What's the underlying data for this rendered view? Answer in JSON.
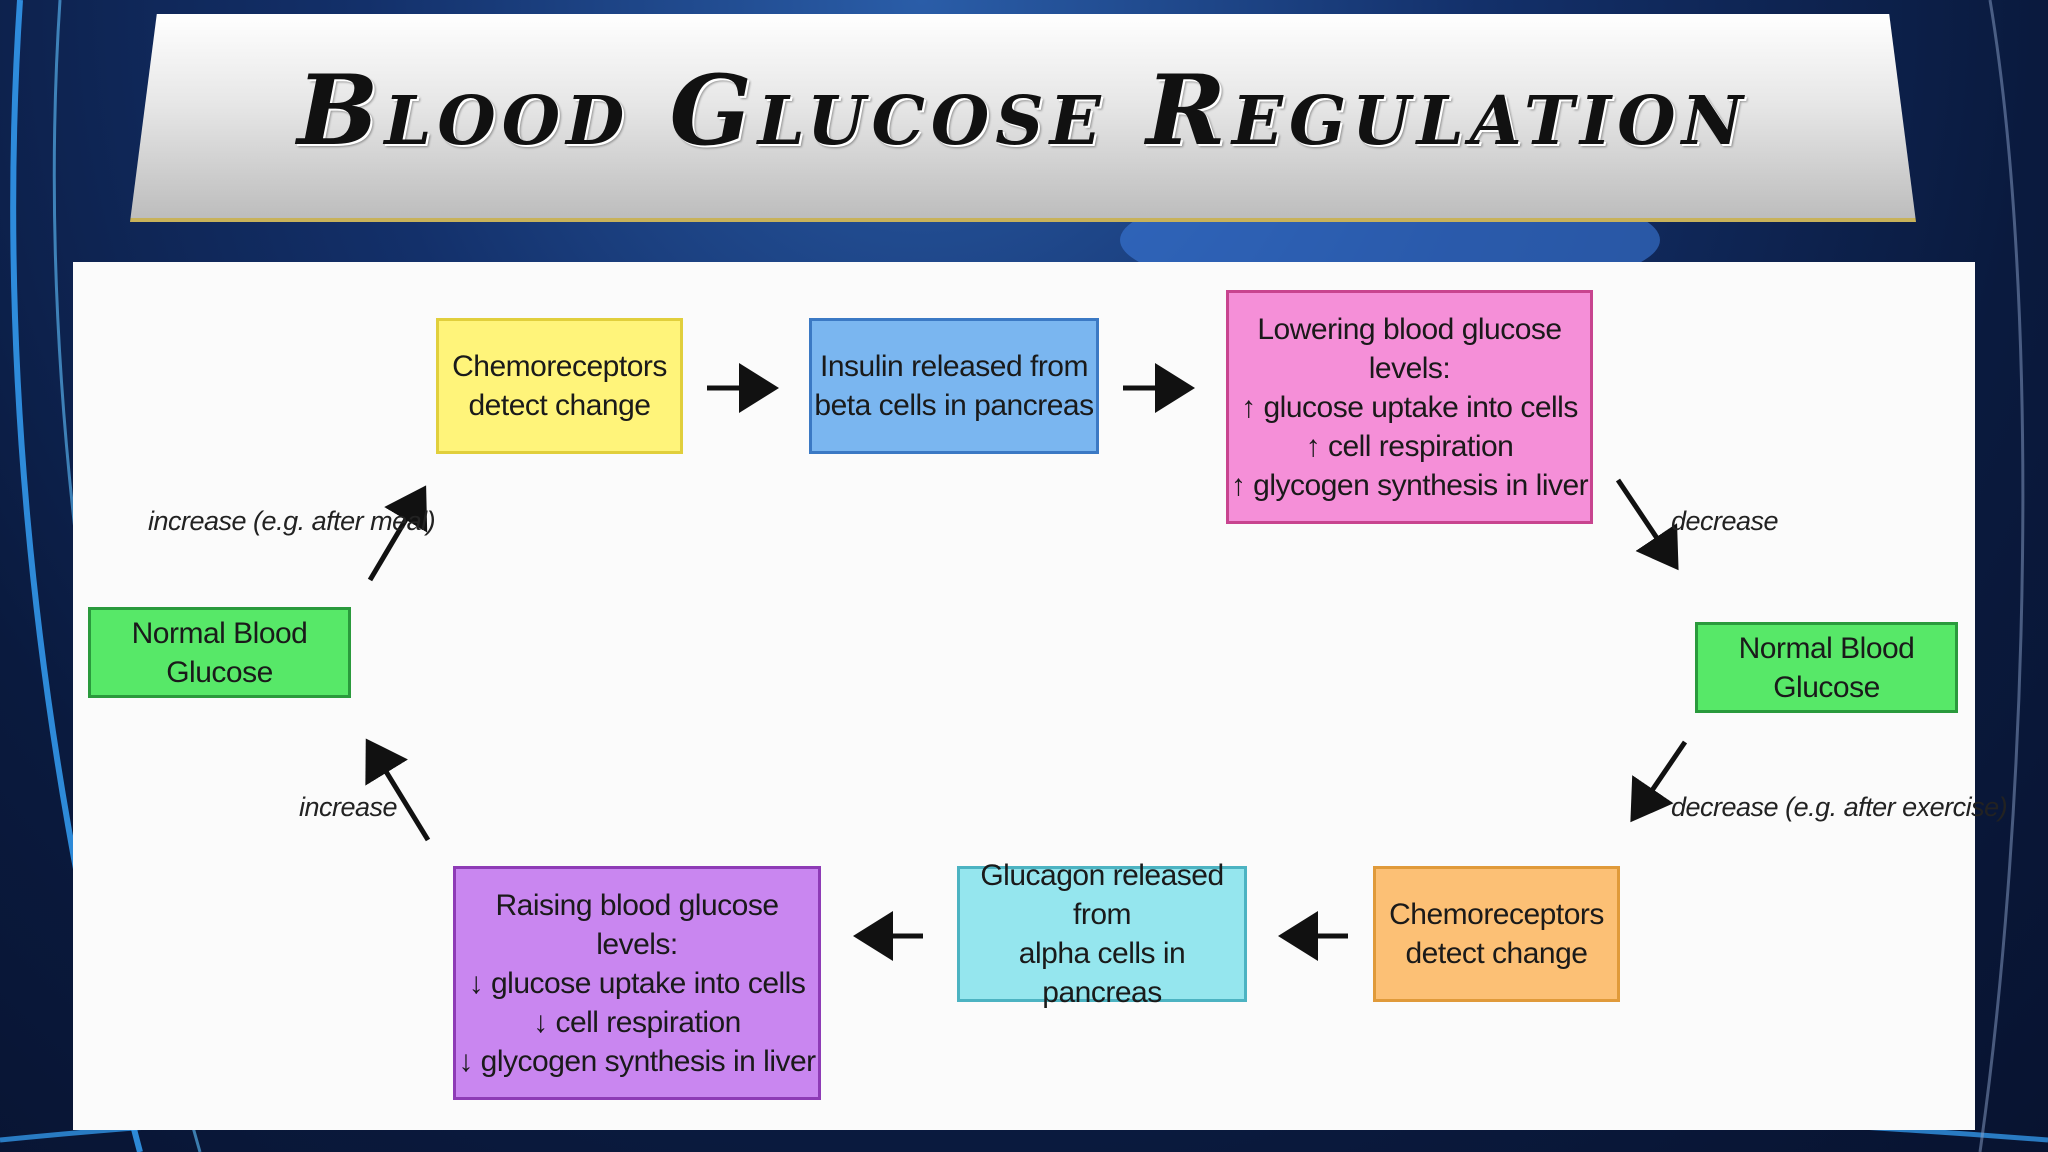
{
  "title": "Blood Glucose Regulation",
  "diagram": {
    "top": {
      "chemoreceptors": [
        "Chemoreceptors",
        "detect change"
      ],
      "insulin": [
        "Insulin released from",
        "beta cells in pancreas"
      ],
      "lowering": [
        "Lowering blood glucose levels:",
        "↑ glucose uptake into cells",
        "↑ cell respiration",
        "↑ glycogen synthesis in liver"
      ]
    },
    "bottom": {
      "chemoreceptors": [
        "Chemoreceptors",
        "detect change"
      ],
      "glucagon": [
        "Glucagon released from",
        "alpha cells in pancreas"
      ],
      "raising": [
        "Raising blood glucose levels:",
        "↓ glucose uptake into cells",
        "↓ cell respiration",
        "↓ glycogen synthesis in liver"
      ]
    },
    "normal_left": "Normal Blood Glucose",
    "normal_right": "Normal Blood Glucose",
    "labels": {
      "increase_meal": "increase (e.g. after meal)",
      "decrease": "decrease",
      "decrease_exercise": "decrease (e.g. after exercise)",
      "increase": "increase"
    }
  },
  "colors": {
    "yellow": "#fff47a",
    "blue": "#7ab6f0",
    "pink": "#f58fd8",
    "green": "#57e868",
    "orange": "#fcc075",
    "cyan": "#95e6ee",
    "purple": "#c986f0"
  }
}
